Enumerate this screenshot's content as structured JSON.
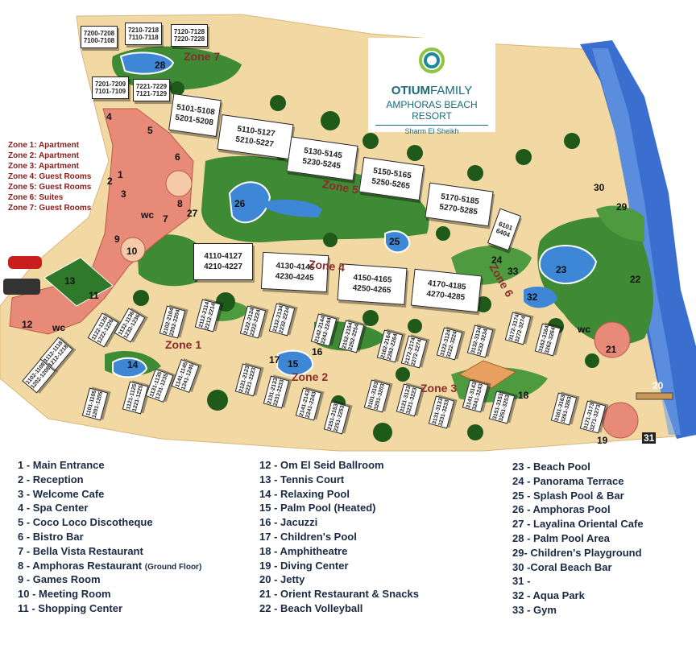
{
  "logo": {
    "brand_bold": "OTIUM",
    "brand_light": "FAMILY",
    "resort": "AMPHORAS BEACH RESORT",
    "location": "Sharm El Sheikh"
  },
  "zones_legend": [
    "Zone 1: Apartment",
    "Zone 2: Apartment",
    "Zone 3: Apartment",
    "Zone 4: Guest Rooms",
    "Zone 5: Guest Rooms",
    "Zone 6: Suites",
    "Zone 7: Guest Rooms"
  ],
  "zone_labels": [
    "Zone 1",
    "Zone 2",
    "Zone 3",
    "Zone 4",
    "Zone 5",
    "Zone 6",
    "Zone 7"
  ],
  "buildings": {
    "b5101": [
      "5101-5108",
      "5201-5208"
    ],
    "b5110": [
      "5110-5127",
      "5210-5227"
    ],
    "b5130": [
      "5130-5145",
      "5230-5245"
    ],
    "b5150": [
      "5150-5165",
      "5250-5265"
    ],
    "b5170": [
      "5170-5185",
      "5270-5285"
    ],
    "b4110": [
      "4110-4127",
      "4210-4227"
    ],
    "b4130": [
      "4130-4145",
      "4230-4245"
    ],
    "b4150": [
      "4150-4165",
      "4250-4265"
    ],
    "b4170": [
      "4170-4185",
      "4270-4285"
    ],
    "b7200": [
      "7200-7208",
      "7100-7108"
    ],
    "b7210": [
      "7210-7218",
      "7110-7118"
    ],
    "b7120": [
      "7120-7128",
      "7220-7228"
    ],
    "b7201": [
      "7201-7209",
      "7101-7109"
    ],
    "b7221": [
      "7221-7229",
      "7121-7129"
    ],
    "b6101": [
      "6101",
      "6404"
    ]
  },
  "small_buildings": [
    "1112-1118 1212-1218",
    "1102-1108 1202-1208",
    "1122-1126 1222-1226",
    "1132-1136 1232-1236",
    "1101-1105 1201-1205",
    "1121-1125 1221-1225",
    "1131-1135 1231-1235",
    "1141-1145 1241-1245",
    "2102-2104 2202-2204",
    "2112-2114 2212-2214",
    "2122-2124 2222-2224",
    "2132-2134 2232-2234",
    "2142-2144 2242-2244",
    "2152-2154 2252-2254",
    "2162-2164 2262-2264",
    "2172-2174 2272-2274",
    "2121-2123 2221-2223",
    "2131-2133 2231-2233",
    "2141-2143 2241-2243",
    "2151-2153 2251-2253",
    "3101-3103 3201-3203",
    "3121-3123 3221-3223",
    "3131-3133 3231-3233",
    "3141-3143 3241-3243",
    "3151-3153 3251-3253",
    "3122-3124 3222-3224",
    "3132-3134 3232-3234",
    "3172-3174 3272-3274",
    "3162-3164 3262-3264",
    "3161-3163 3261-3263",
    "3171-3173 3271-3273"
  ],
  "map_markers": {
    "m1": "1",
    "m2": "2",
    "m3": "3",
    "m4": "4",
    "m5": "5",
    "m6": "6",
    "m7": "7",
    "m8": "8",
    "m9": "9",
    "m10": "10",
    "m11": "11",
    "m12": "12",
    "m13": "13",
    "m14": "14",
    "m15": "15",
    "m16": "16",
    "m17": "17",
    "m18": "18",
    "m19": "19",
    "m20": "20",
    "m21": "21",
    "m22": "22",
    "m23": "23",
    "m24": "24",
    "m25": "25",
    "m26": "26",
    "m27": "27",
    "m28": "28",
    "m29": "29",
    "m30": "30",
    "m31": "31",
    "m32": "32",
    "m33": "33",
    "wc1": "wc",
    "wc2": "wc",
    "wc3": "wc"
  },
  "legend": {
    "col1": [
      "1 - Main Entrance",
      "2 - Reception",
      "3 - Welcome Cafe",
      "4 - Spa Center",
      "5 - Coco Loco Discotheque",
      "6 - Bistro Bar",
      "7 - Bella Vista Restaurant",
      "8 - Amphoras Restaurant",
      "9 - Games Room",
      "10 - Meeting Room",
      "11 - Shopping Center"
    ],
    "col1_note": "(Ground Floor)",
    "col2": [
      "12 - Om El Seid Ballroom",
      "13 - Tennis Court",
      "14 - Relaxing Pool",
      "15 - Palm Pool (Heated)",
      "16 - Jacuzzi",
      "17 - Children's Pool",
      "18 - Amphitheatre",
      "19 - Diving Center",
      "20 - Jetty",
      "21 - Orient Restaurant & Snacks",
      "22 - Beach Volleyball"
    ],
    "col3": [
      "23 - Beach Pool",
      "24 - Panorama Terrace",
      "25 - Splash Pool & Bar",
      "26 - Amphoras Pool",
      "27 - Layalina Oriental Cafe",
      "28 - Palm Pool Area",
      "29- Children's Playground",
      "30 -Coral Beach Bar",
      "31 -",
      "32 - Aqua Park",
      "33 - Gym"
    ]
  },
  "colors": {
    "sand": "#f2d9a4",
    "grass": "#3f8a34",
    "water": "#3e86d6",
    "sea": "#3a6fd0",
    "building_terrace": "#e88a78",
    "zone_text": "#8b2b2b"
  }
}
